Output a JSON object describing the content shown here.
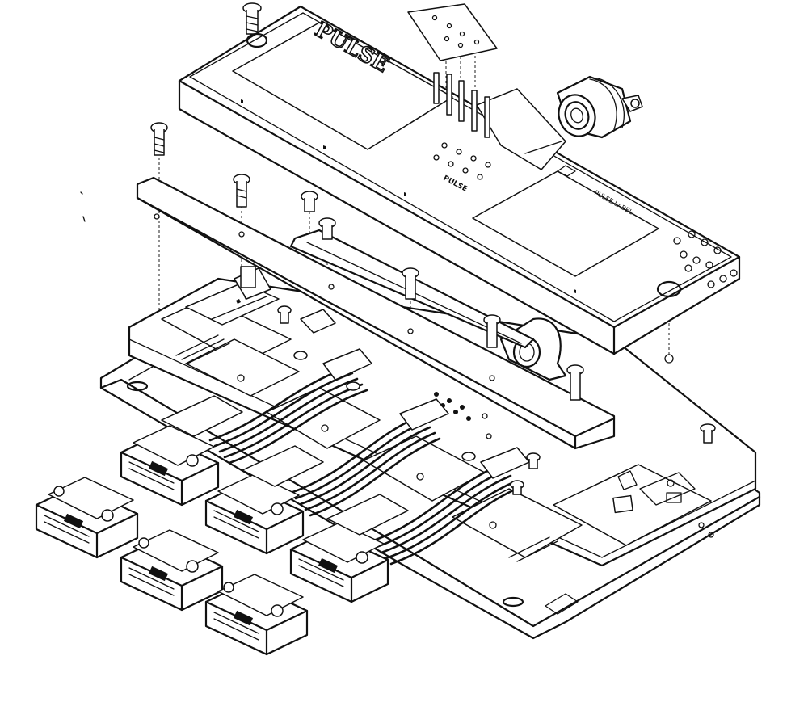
{
  "diagram": {
    "logo_main": "PULSE",
    "logo_sub": "PULSE",
    "label_panel_text": "PULSE LABEL",
    "colors": {
      "ink": "#111111",
      "paper": "#ffffff"
    }
  }
}
